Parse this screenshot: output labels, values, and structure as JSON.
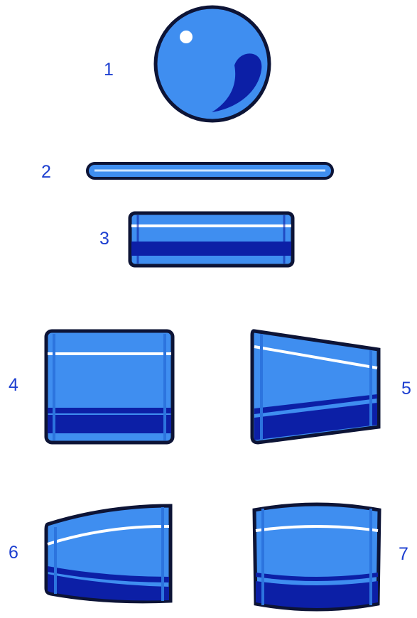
{
  "colors": {
    "outline": "#0d1436",
    "light_blue": "#3f8ef0",
    "mid_blue": "#2c74de",
    "dark_blue": "#0c1fa6",
    "highlight": "#ffffff",
    "label_text": "#1d3fd0"
  },
  "shapes": [
    {
      "id": "1",
      "label": "1",
      "form": "sphere"
    },
    {
      "id": "2",
      "label": "2",
      "form": "thin-disc-edge"
    },
    {
      "id": "3",
      "label": "3",
      "form": "flat-cylinder"
    },
    {
      "id": "4",
      "label": "4",
      "form": "cylinder"
    },
    {
      "id": "5",
      "label": "5",
      "form": "truncated-cone"
    },
    {
      "id": "6",
      "label": "6",
      "form": "domed-tapered-cylinder"
    },
    {
      "id": "7",
      "label": "7",
      "form": "barrel"
    }
  ]
}
